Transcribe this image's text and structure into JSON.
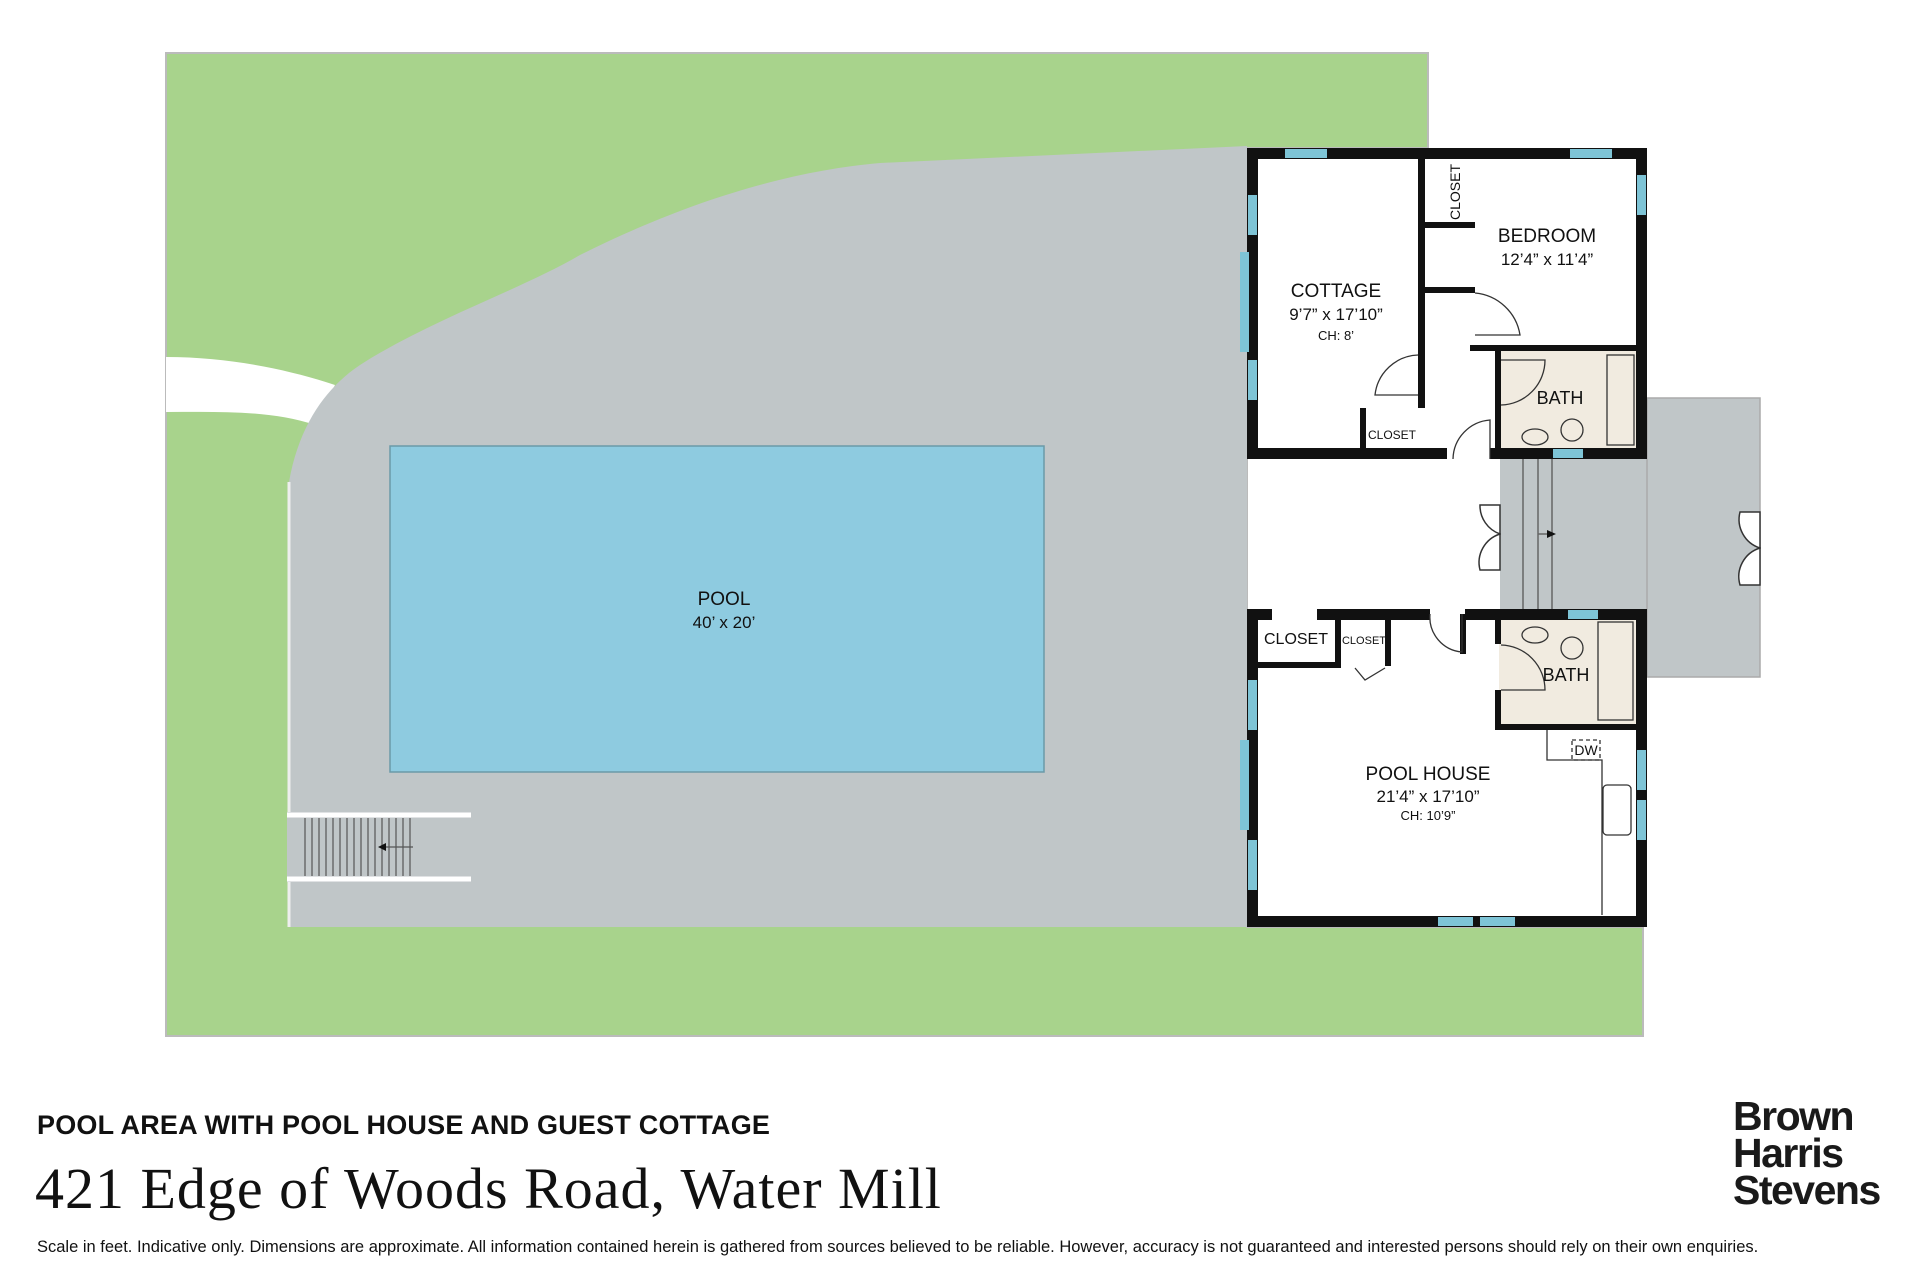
{
  "plan": {
    "colors": {
      "lawn": "#a8d38c",
      "patio": "#c0c6c8",
      "pool": "#8ecbe0",
      "wall": "#111111",
      "window": "#7ec4d6",
      "bath_floor": "#f1ebe0"
    },
    "rooms": {
      "pool": {
        "name": "POOL",
        "dims": "40’ x 20’"
      },
      "cottage": {
        "name": "COTTAGE",
        "dims": "9’7” x 17’10”",
        "ceiling": "CH: 8’"
      },
      "bedroom": {
        "name": "BEDROOM",
        "dims": "12’4” x 11’4”"
      },
      "bedroom_closet": "CLOSET",
      "cottage_closet": "CLOSET",
      "cottage_bath": "BATH",
      "poolhouse": {
        "name": "POOL HOUSE",
        "dims": "21’4” x 17’10”",
        "ceiling": "CH: 10’9”"
      },
      "poolhouse_closet_1": "CLOSET",
      "poolhouse_closet_2": "CLOSET",
      "poolhouse_bath": "BATH",
      "dishwasher": "DW"
    }
  },
  "footer": {
    "subtitle": "POOL AREA WITH POOL HOUSE AND GUEST COTTAGE",
    "address": "421 Edge of Woods Road, Water Mill",
    "disclaimer": "Scale in feet. Indicative only. Dimensions are approximate. All information contained herein is gathered from sources believed to be reliable. However, accuracy is not guaranteed and interested persons should rely on their own enquiries."
  },
  "logo": {
    "line1": "Brown",
    "line2": "Harris",
    "line3": "Stevens"
  }
}
